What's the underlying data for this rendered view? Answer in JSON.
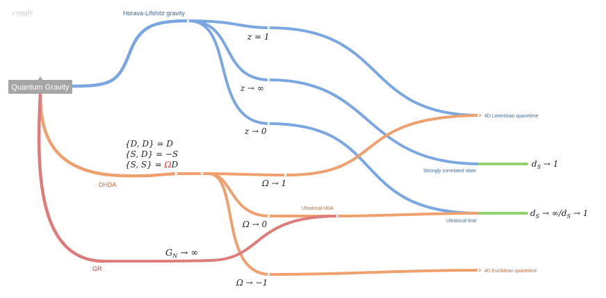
{
  "brand": "coggle",
  "colors": {
    "blue": "#7aa6e2",
    "orange": "#eea06e",
    "red": "#de7b7b",
    "green": "#92d36e",
    "root": "#a6a6a6",
    "blue_text": "#3c6aa6",
    "orange_text": "#c8683a",
    "red_text": "#b74444"
  },
  "root": {
    "label": "Quantum Gravity"
  },
  "branches": {
    "horava": {
      "label": "Horava-Lifshitz gravity",
      "children": [
        "z = 1",
        "z → ∞",
        "z → 0"
      ]
    },
    "dhda": {
      "label": "DHDA",
      "algebra": [
        "{D, D} = D",
        "{S, D} = −S",
        "{S, S} = ",
        "Ω",
        "D"
      ],
      "children": [
        "Ω → 1",
        "Ω → 0",
        "Ω → −1"
      ]
    },
    "gr": {
      "label": "GR",
      "child": "G_N → ∞"
    }
  },
  "endpoints": {
    "lorentzian": "4D Lorentzian spacetime",
    "strongly_correlated": "Strongly correlated state",
    "ultralocal_hda": "Ultralocal HDA",
    "ultralocal_limit": "Ultralocal limit",
    "euclidean": "4D Euclidean spacetime"
  },
  "results": {
    "ds1": "d_S → 1",
    "ds_inf": "d_S → ∞/d_S → 1"
  }
}
